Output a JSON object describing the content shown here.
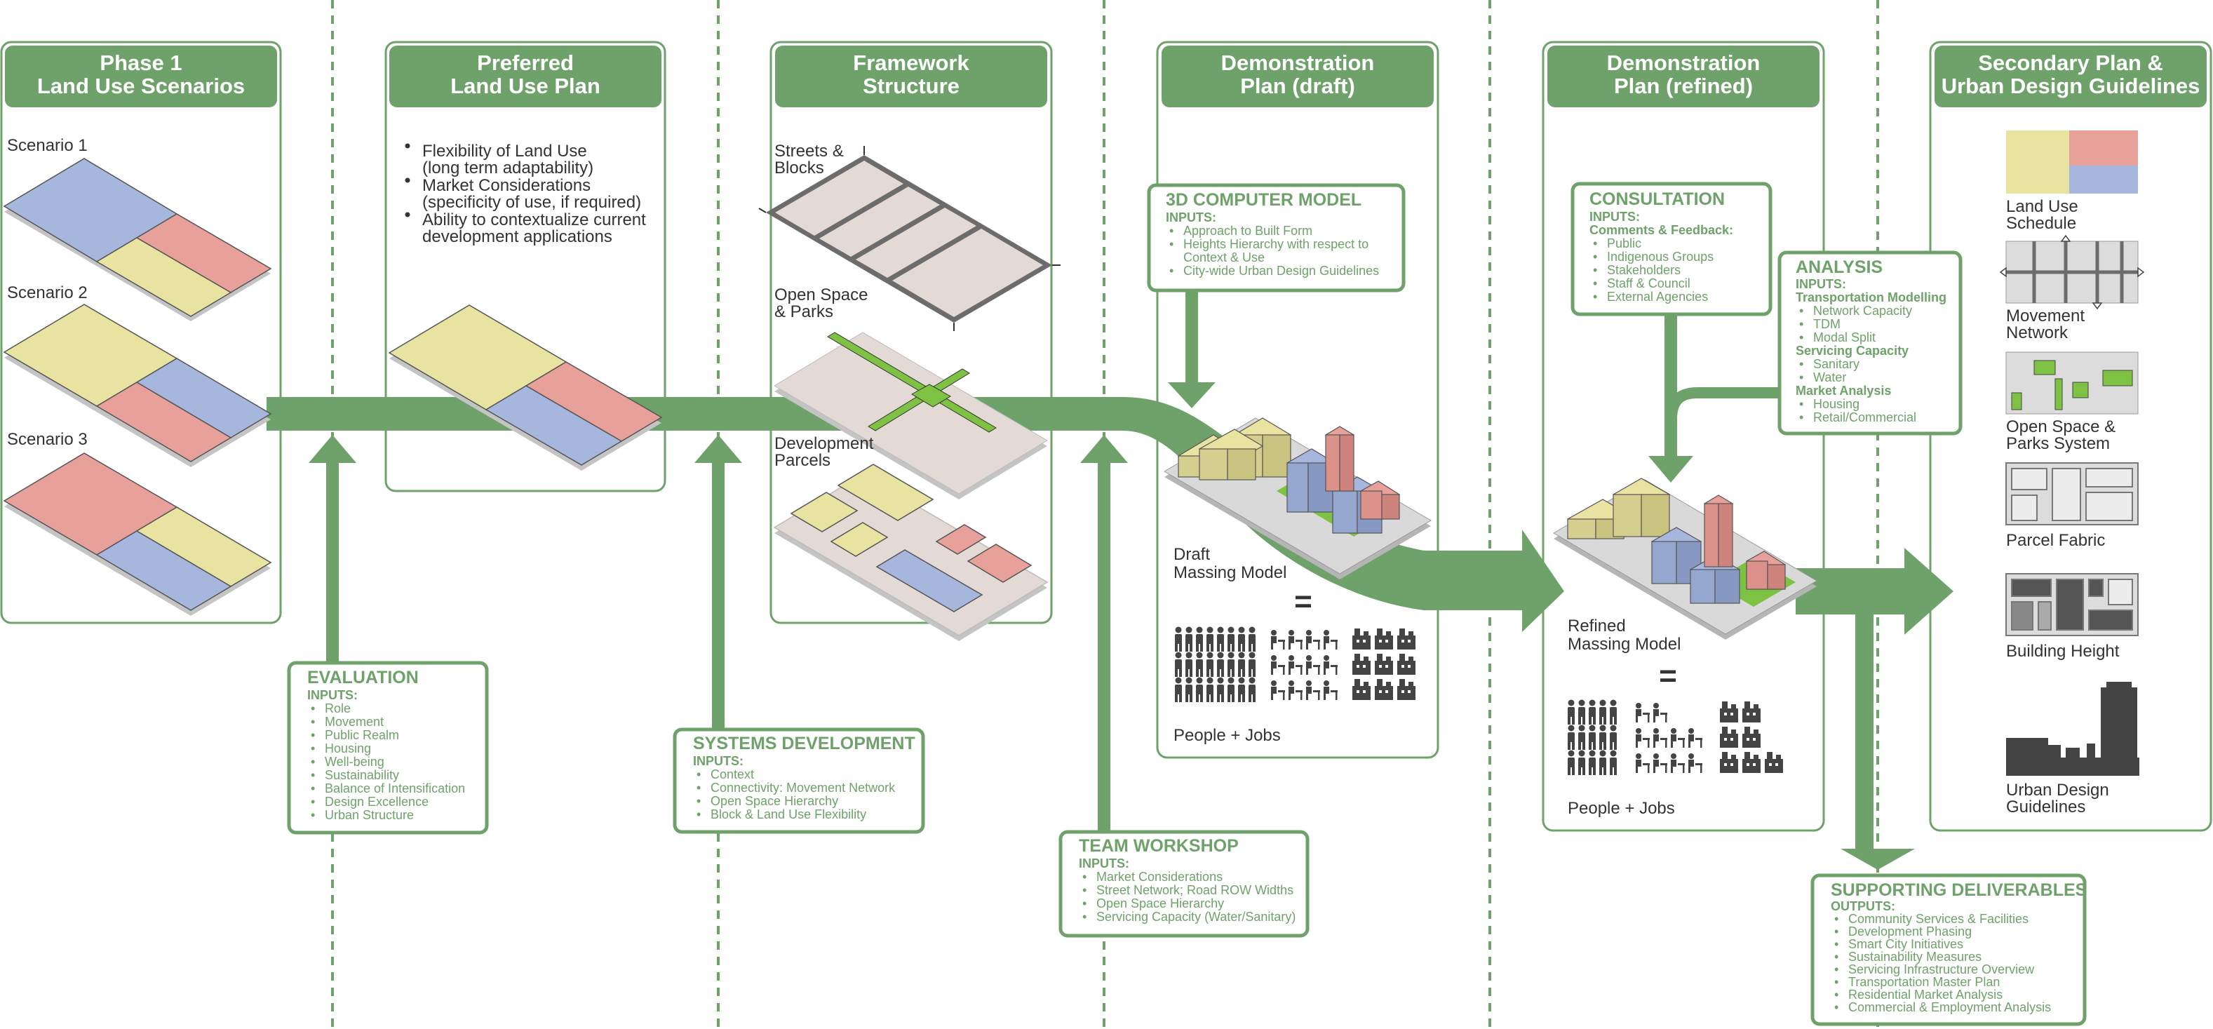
{
  "colors": {
    "green": "#6fa26a",
    "flow_green": "#6fa26a",
    "yellow": "#e9e3a1",
    "red": "#e8a09a",
    "blue": "#a7b6dc",
    "grey": "#e3dad5",
    "dark": "#444444"
  },
  "phases": [
    {
      "title_1": "Phase 1",
      "title_2": "Land Use Scenarios"
    },
    {
      "title_1": "Preferred",
      "title_2": "Land Use Plan"
    },
    {
      "title_1": "Framework",
      "title_2": "Structure"
    },
    {
      "title_1": "Demonstration",
      "title_2": "Plan (draft)"
    },
    {
      "title_1": "Demonstration",
      "title_2": "Plan (refined)"
    },
    {
      "title_1": "Secondary Plan &",
      "title_2": "Urban Design Guidelines"
    }
  ],
  "phase1": {
    "scenarios": [
      "Scenario 1",
      "Scenario 2",
      "Scenario 3"
    ]
  },
  "phase2": {
    "bullets": [
      {
        "l1": "Flexibility of Land Use",
        "l2": "(long term adaptability)"
      },
      {
        "l1": "Market Considerations",
        "l2": "(specificity of use, if required)"
      },
      {
        "l1": "Ability to contextualize current",
        "l2": "development applications"
      }
    ]
  },
  "phase3": {
    "items": [
      {
        "l1": "Streets &",
        "l2": "Blocks"
      },
      {
        "l1": "Open Space",
        "l2": "& Parks"
      },
      {
        "l1": "Development",
        "l2": "Parcels"
      }
    ]
  },
  "phase4": {
    "model_l1": "Draft",
    "model_l2": "Massing Model",
    "equals": "=",
    "people_jobs": "People + Jobs"
  },
  "phase5": {
    "model_l1": "Refined",
    "model_l2": "Massing Model",
    "equals": "=",
    "people_jobs": "People + Jobs"
  },
  "phase6": {
    "items": [
      {
        "l1": "Land Use",
        "l2": "Schedule"
      },
      {
        "l1": "Movement",
        "l2": "Network"
      },
      {
        "l1": "Open Space &",
        "l2": "Parks System"
      },
      {
        "l1": "Parcel Fabric",
        "l2": ""
      },
      {
        "l1": "Building Height",
        "l2": ""
      },
      {
        "l1": "Urban Design",
        "l2": "Guidelines"
      }
    ]
  },
  "boxes": {
    "evaluation": {
      "title": "EVALUATION",
      "inputs": "INPUTS:",
      "items": [
        "Role",
        "Movement",
        "Public Realm",
        "Housing",
        "Well-being",
        "Sustainability",
        "Balance of Intensification",
        "Design Excellence",
        "Urban Structure"
      ]
    },
    "systems": {
      "title": "SYSTEMS DEVELOPMENT",
      "inputs": "INPUTS:",
      "items": [
        "Context",
        "Connectivity: Movement Network",
        "Open Space Hierarchy",
        "Block & Land Use Flexibility"
      ]
    },
    "model3d": {
      "title": "3D COMPUTER MODEL",
      "inputs": "INPUTS:",
      "items": [
        "Approach to Built Form",
        "Heights Hierarchy with respect to",
        "Context & Use",
        "City-wide Urban Design Guidelines"
      ]
    },
    "workshop": {
      "title": "TEAM WORKSHOP",
      "inputs": "INPUTS:",
      "items": [
        "Market Considerations",
        "Street Network; Road ROW Widths",
        "Open Space Hierarchy",
        "Servicing Capacity (Water/Sanitary)"
      ]
    },
    "consultation": {
      "title": "CONSULTATION",
      "inputs": "INPUTS:",
      "sub": "Comments & Feedback:",
      "items": [
        "Public",
        "Indigenous Groups",
        "Stakeholders",
        "Staff & Council",
        "External Agencies"
      ]
    },
    "analysis": {
      "title": "ANALYSIS",
      "inputs": "INPUTS:",
      "sub1": "Transportation Modelling",
      "items1": [
        "Network Capacity",
        "TDM",
        "Modal Split"
      ],
      "sub2": "Servicing Capacity",
      "items2": [
        "Sanitary",
        "Water"
      ],
      "sub3": "Market Analysis",
      "items3": [
        "Housing",
        "Retail/Commercial"
      ]
    },
    "supporting": {
      "title": "SUPPORTING DELIVERABLES",
      "outputs": "OUTPUTS:",
      "items": [
        "Community Services & Facilities",
        "Development Phasing",
        "Smart City Initiatives",
        "Sustainability Measures",
        "Servicing Infrastructure Overview",
        "Transportation Master Plan",
        "Residential Market Analysis",
        "Commercial & Employment Analysis"
      ]
    }
  }
}
